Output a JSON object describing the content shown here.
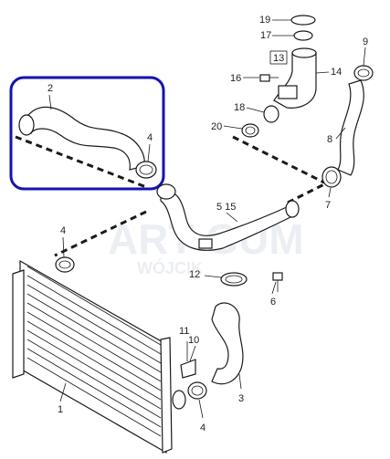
{
  "watermark": {
    "line1": "ART-GUM",
    "line2": "WÓJCIK"
  },
  "highlight_color": "#1010c8",
  "callouts": [
    {
      "id": "1",
      "label": "1"
    },
    {
      "id": "2",
      "label": "2"
    },
    {
      "id": "3",
      "label": "3"
    },
    {
      "id": "4a",
      "label": "4"
    },
    {
      "id": "4b",
      "label": "4"
    },
    {
      "id": "4c",
      "label": "4"
    },
    {
      "id": "5-15",
      "label": "5  15"
    },
    {
      "id": "6",
      "label": "6"
    },
    {
      "id": "7",
      "label": "7"
    },
    {
      "id": "8",
      "label": "8"
    },
    {
      "id": "9",
      "label": "9"
    },
    {
      "id": "10",
      "label": "10"
    },
    {
      "id": "11",
      "label": "11"
    },
    {
      "id": "12",
      "label": "12"
    },
    {
      "id": "13",
      "label": "13"
    },
    {
      "id": "14",
      "label": "14"
    },
    {
      "id": "16",
      "label": "16"
    },
    {
      "id": "17",
      "label": "17"
    },
    {
      "id": "18",
      "label": "18"
    },
    {
      "id": "19",
      "label": "19"
    },
    {
      "id": "20",
      "label": "20"
    }
  ]
}
